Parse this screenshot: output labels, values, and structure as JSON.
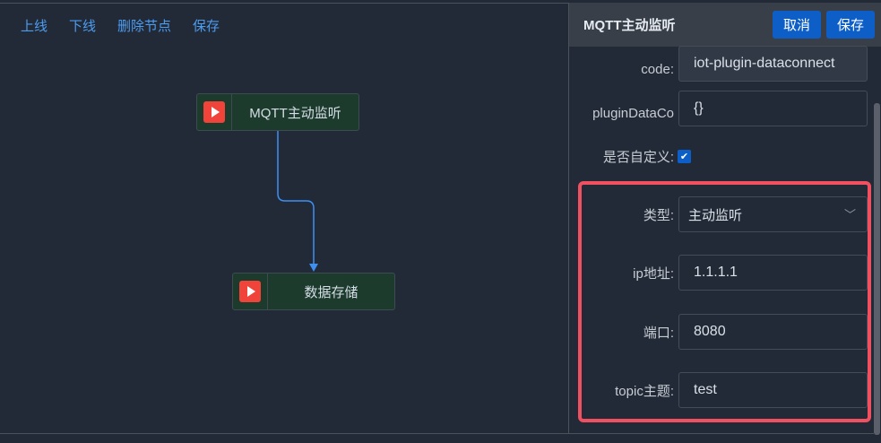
{
  "toolbar": {
    "online": "上线",
    "offline": "下线",
    "delete_node": "删除节点",
    "save": "保存"
  },
  "nodes": [
    {
      "label": "MQTT主动监听"
    },
    {
      "label": "数据存储"
    }
  ],
  "panel": {
    "title": "MQTT主动监听",
    "cancel": "取消",
    "save": "保存",
    "fields": {
      "code": {
        "label": "code:",
        "value": "iot-plugin-dataconnect"
      },
      "pluginDataConfig": {
        "label": "pluginDataCo",
        "value": "{}"
      },
      "custom": {
        "label": "是否自定义:",
        "checked": true
      },
      "type": {
        "label": "类型:",
        "value": "主动监听"
      },
      "ip": {
        "label": "ip地址:",
        "value": "1.1.1.1"
      },
      "port": {
        "label": "端口:",
        "value": "8080"
      },
      "topic": {
        "label": "topic主题:",
        "value": "test"
      }
    }
  },
  "colors": {
    "accent": "#0d5fc7",
    "highlight": "#f0505f",
    "node_bg": "#1c3b2d"
  }
}
